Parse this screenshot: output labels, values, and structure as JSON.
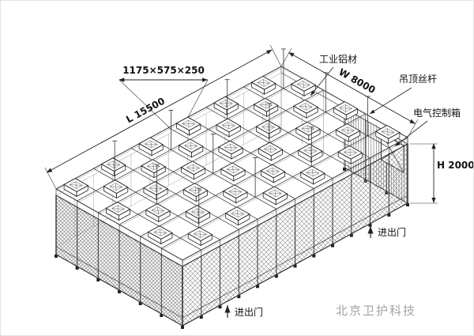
{
  "diagram": {
    "labels": {
      "unit_size": "1175×575×250",
      "length": "L 15500",
      "width": "W 8000",
      "height": "H 2000",
      "aluminum": "工业铝材",
      "ceiling_rod": "吊顶丝杆",
      "control_box": "电气控制箱",
      "door_right": "进出门",
      "door_bottom": "进出门",
      "watermark": "北京卫护科技"
    }
  }
}
